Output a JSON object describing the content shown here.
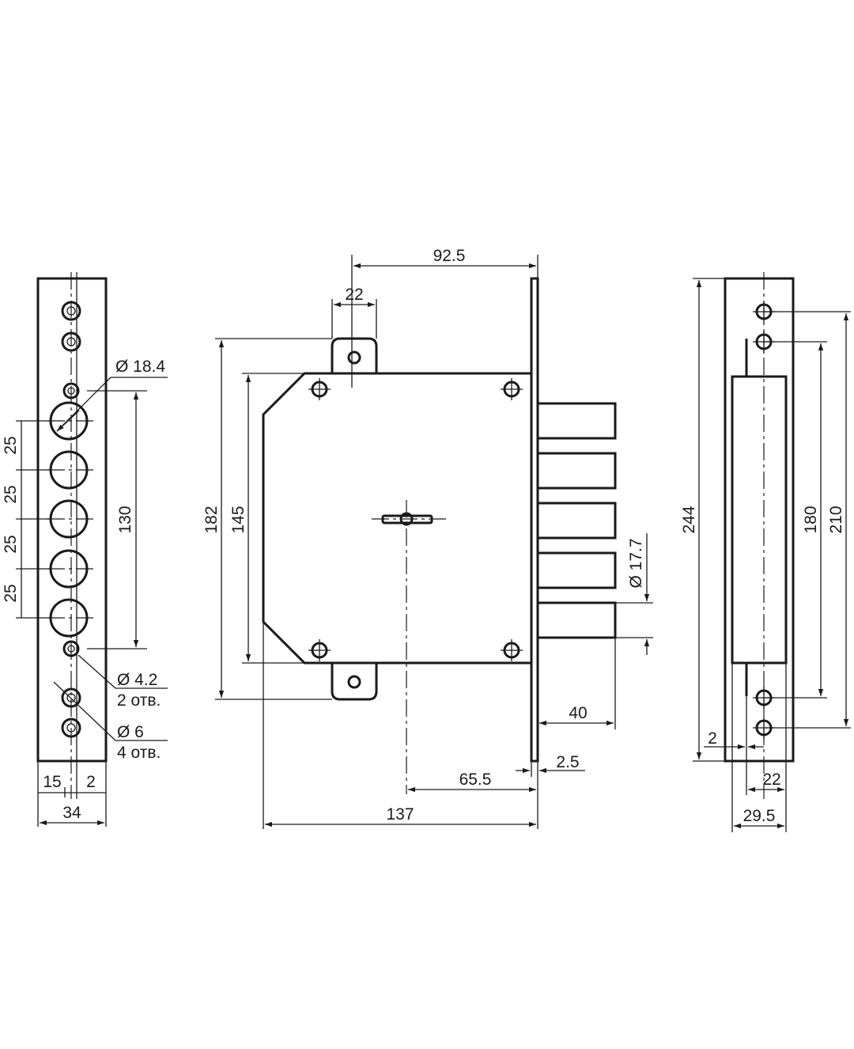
{
  "labels": {
    "front_plate": {
      "d_large": "Ø 18.4",
      "pitch_1": "25",
      "pitch_2": "25",
      "pitch_3": "25",
      "pitch_4": "25",
      "height_130": "130",
      "d_small": "Ø 4.2",
      "d_small_count": "2 отв.",
      "d_mount": "Ø 6",
      "d_mount_count": "4 отв.",
      "offset_15": "15",
      "offset_2": "2",
      "width_34": "34"
    },
    "lock_body": {
      "top_92_5": "92.5",
      "tab_22": "22",
      "height_182": "182",
      "height_145": "145",
      "bolt_d": "Ø 17.7",
      "bolt_40": "40",
      "plate_2_5": "2.5",
      "backset_65_5": "65.5",
      "depth_137": "137"
    },
    "strike_plate": {
      "height_244": "244",
      "height_180": "180",
      "height_210": "210",
      "offset_2": "2",
      "offset_22": "22",
      "width_29_5": "29.5"
    }
  }
}
